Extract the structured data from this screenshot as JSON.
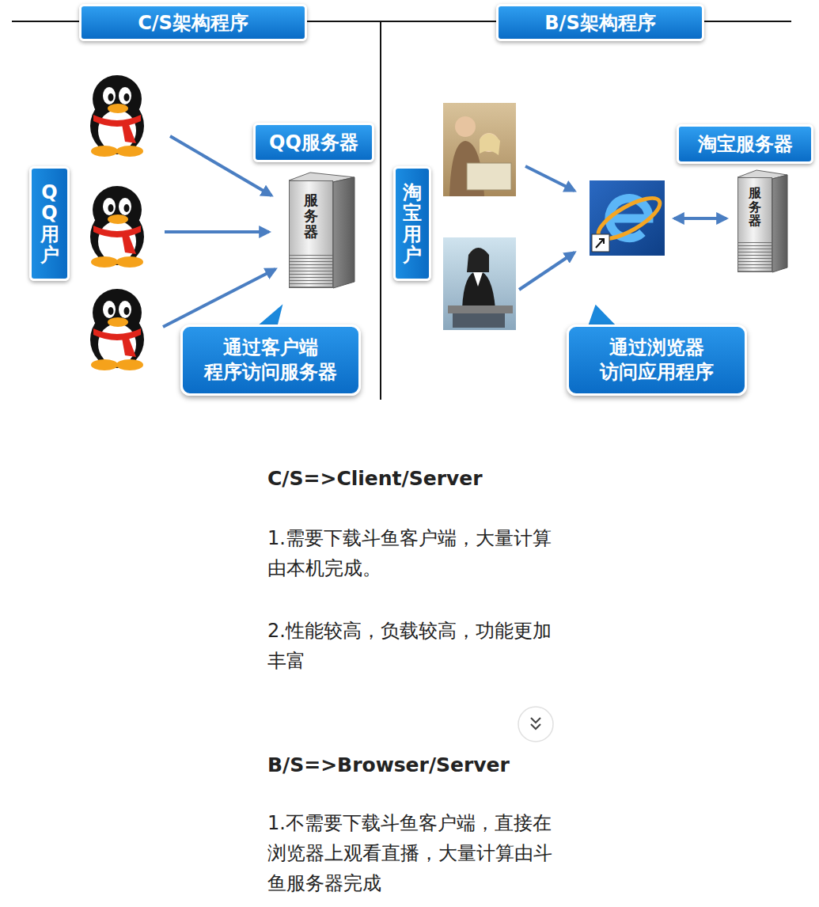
{
  "diagram": {
    "nodes": [
      {
        "text": [
          "C/S架构程序"
        ]
      },
      {
        "text": [
          "B/S架构程序"
        ]
      },
      {
        "text": [
          "QQ用户"
        ]
      },
      {
        "text": [
          "QQ服务器"
        ]
      },
      {
        "text": [
          "服务器"
        ]
      },
      {
        "text": [
          "通过客户端 程序访问服务器"
        ]
      },
      {
        "text": [
          "淘宝用户"
        ]
      },
      {
        "text": [
          "淘宝服务器"
        ]
      },
      {
        "text": [
          "服务器"
        ]
      },
      {
        "text": [
          "通过浏览器 访问应用程序"
        ]
      }
    ],
    "labels": [
      "C/S=>Client/Server",
      "1.需要下载斗鱼客户端，大量计算由本机完成。",
      "2.性能较高，负载较高，功能更加丰富",
      "B/S=>Browser/Server",
      "1.不需要下载斗鱼客户端，直接在浏览器上观看直播，大量计算由斗鱼服务器完成"
    ]
  }
}
